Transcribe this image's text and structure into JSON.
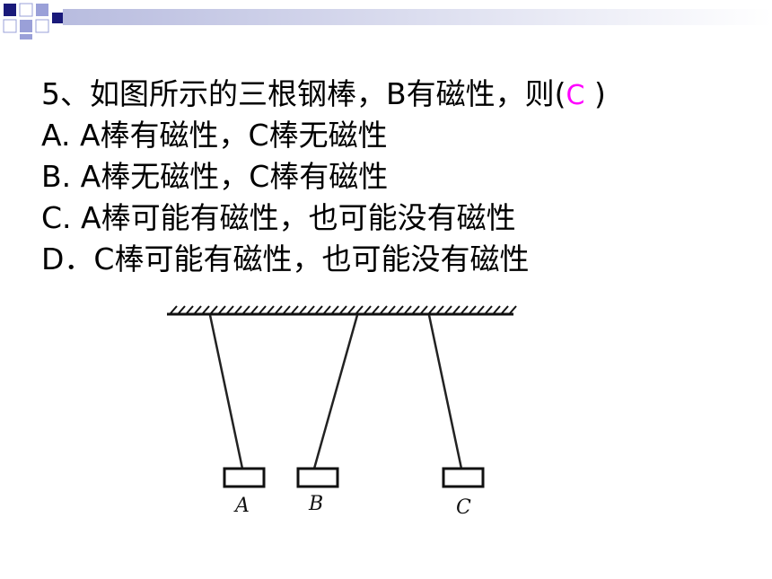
{
  "question": {
    "stem_prefix": "5、如图所示的三根钢棒，B有磁性，则(",
    "answer": "C",
    "stem_suffix": " )",
    "options": [
      "A.  A棒有磁性，C棒无磁性",
      "B.  A棒无磁性，C棒有磁性",
      "C.  A棒可能有磁性，也可能没有磁性",
      "D．C棒可能有磁性，也可能没有磁性"
    ]
  },
  "figure": {
    "labels": [
      "A",
      "B",
      "C"
    ]
  },
  "colors": {
    "text": "#000000",
    "answer": "#ff00ff",
    "header_square_dark": "#1a1a7a",
    "header_square_light": "#9aa0d8",
    "header_gradient_start": "#b8bcdf"
  }
}
